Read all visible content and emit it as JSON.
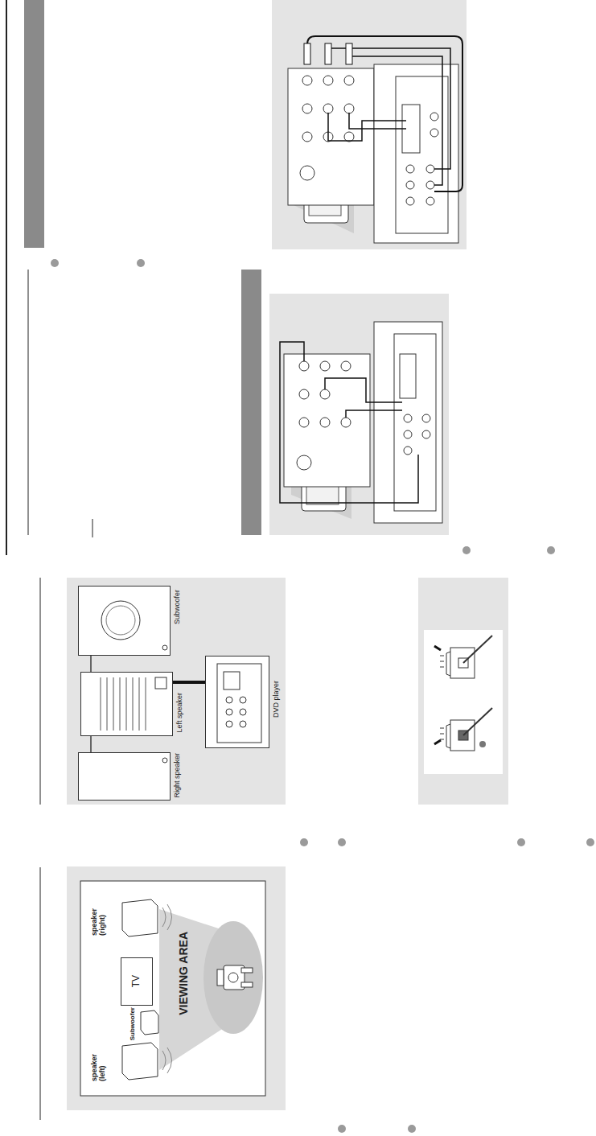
{
  "diagram": {
    "nodes": [
      {
        "text": [
          "Subwoofer"
        ]
      },
      {
        "text": [
          "Left speaker"
        ]
      },
      {
        "text": [
          "DVD player"
        ]
      },
      {
        "text": [
          "Right speaker"
        ]
      },
      {
        "text": [
          "TV"
        ]
      }
    ],
    "edges": [
      {
        "from": 0,
        "to": 1,
        "arrow": "none"
      },
      {
        "from": 3,
        "to": 1,
        "arrow": "none"
      },
      {
        "from": 2,
        "to": 1,
        "arrow": "none"
      }
    ],
    "labels": [
      "speaker (right)",
      "Subwoofer",
      "speaker (left)",
      "VIEWING AREA"
    ]
  }
}
